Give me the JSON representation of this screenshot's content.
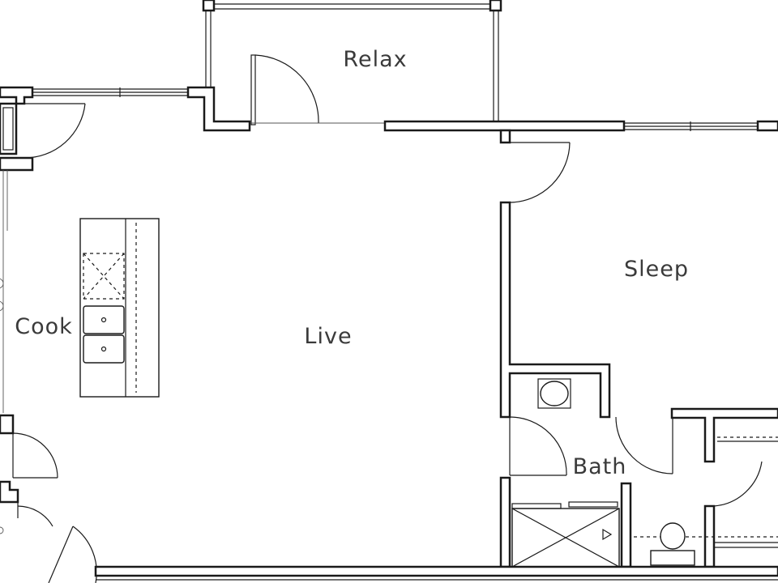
{
  "plan": {
    "rooms": [
      {
        "id": "relax",
        "label": "Relax"
      },
      {
        "id": "sleep",
        "label": "Sleep"
      },
      {
        "id": "cook",
        "label": "Cook"
      },
      {
        "id": "live",
        "label": "Live"
      },
      {
        "id": "bath",
        "label": "Bath"
      }
    ],
    "colors": {
      "wall": "#1a1a1a",
      "label": "#3a3a3a",
      "background": "#ffffff"
    }
  }
}
